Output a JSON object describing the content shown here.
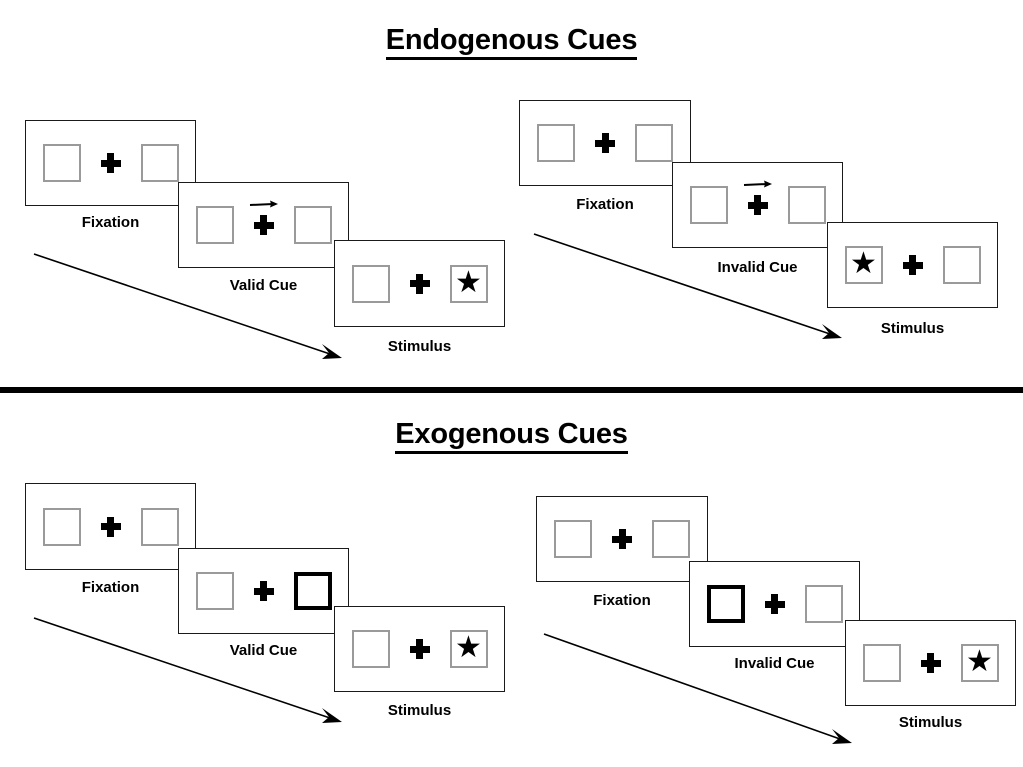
{
  "figure": {
    "background_color": "#ffffff",
    "line_color": "#1a1a1a",
    "box_color": "#9a9a9a",
    "cue_color": "#000000"
  },
  "sections": [
    {
      "id": "endogenous",
      "title": "Endogenous Cues",
      "groups": [
        {
          "id": "endogenous-valid",
          "panels": [
            {
              "label": "Fixation",
              "left_content": "empty-box",
              "right_content": "empty-box",
              "cue": "none",
              "center": "fixation-cross"
            },
            {
              "label": "Valid Cue",
              "left_content": "empty-box",
              "right_content": "empty-box",
              "cue": "arrow-right",
              "center": "fixation-cross"
            },
            {
              "label": "Stimulus",
              "left_content": "empty-box",
              "right_content": "star",
              "cue": "none",
              "center": "fixation-cross"
            }
          ]
        },
        {
          "id": "endogenous-invalid",
          "panels": [
            {
              "label": "Fixation",
              "left_content": "empty-box",
              "right_content": "empty-box",
              "cue": "none",
              "center": "fixation-cross"
            },
            {
              "label": "Invalid Cue",
              "left_content": "empty-box",
              "right_content": "empty-box",
              "cue": "arrow-right",
              "center": "fixation-cross"
            },
            {
              "label": "Stimulus",
              "left_content": "star",
              "right_content": "empty-box",
              "cue": "none",
              "center": "fixation-cross"
            }
          ]
        }
      ]
    },
    {
      "id": "exogenous",
      "title": "Exogenous Cues",
      "groups": [
        {
          "id": "exogenous-valid",
          "panels": [
            {
              "label": "Fixation",
              "left_content": "empty-box",
              "right_content": "empty-box",
              "cue": "none",
              "center": "fixation-cross"
            },
            {
              "label": "Valid Cue",
              "left_content": "empty-box",
              "right_content": "highlighted-box",
              "cue": "box-flash-right",
              "center": "fixation-cross"
            },
            {
              "label": "Stimulus",
              "left_content": "empty-box",
              "right_content": "star",
              "cue": "none",
              "center": "fixation-cross"
            }
          ]
        },
        {
          "id": "exogenous-invalid",
          "panels": [
            {
              "label": "Fixation",
              "left_content": "empty-box",
              "right_content": "empty-box",
              "cue": "none",
              "center": "fixation-cross"
            },
            {
              "label": "Invalid Cue",
              "left_content": "highlighted-box",
              "right_content": "empty-box",
              "cue": "box-flash-left",
              "center": "fixation-cross"
            },
            {
              "label": "Stimulus",
              "left_content": "empty-box",
              "right_content": "star",
              "cue": "none",
              "center": "fixation-cross"
            }
          ]
        }
      ]
    }
  ],
  "glyphs": {
    "star": "★"
  }
}
